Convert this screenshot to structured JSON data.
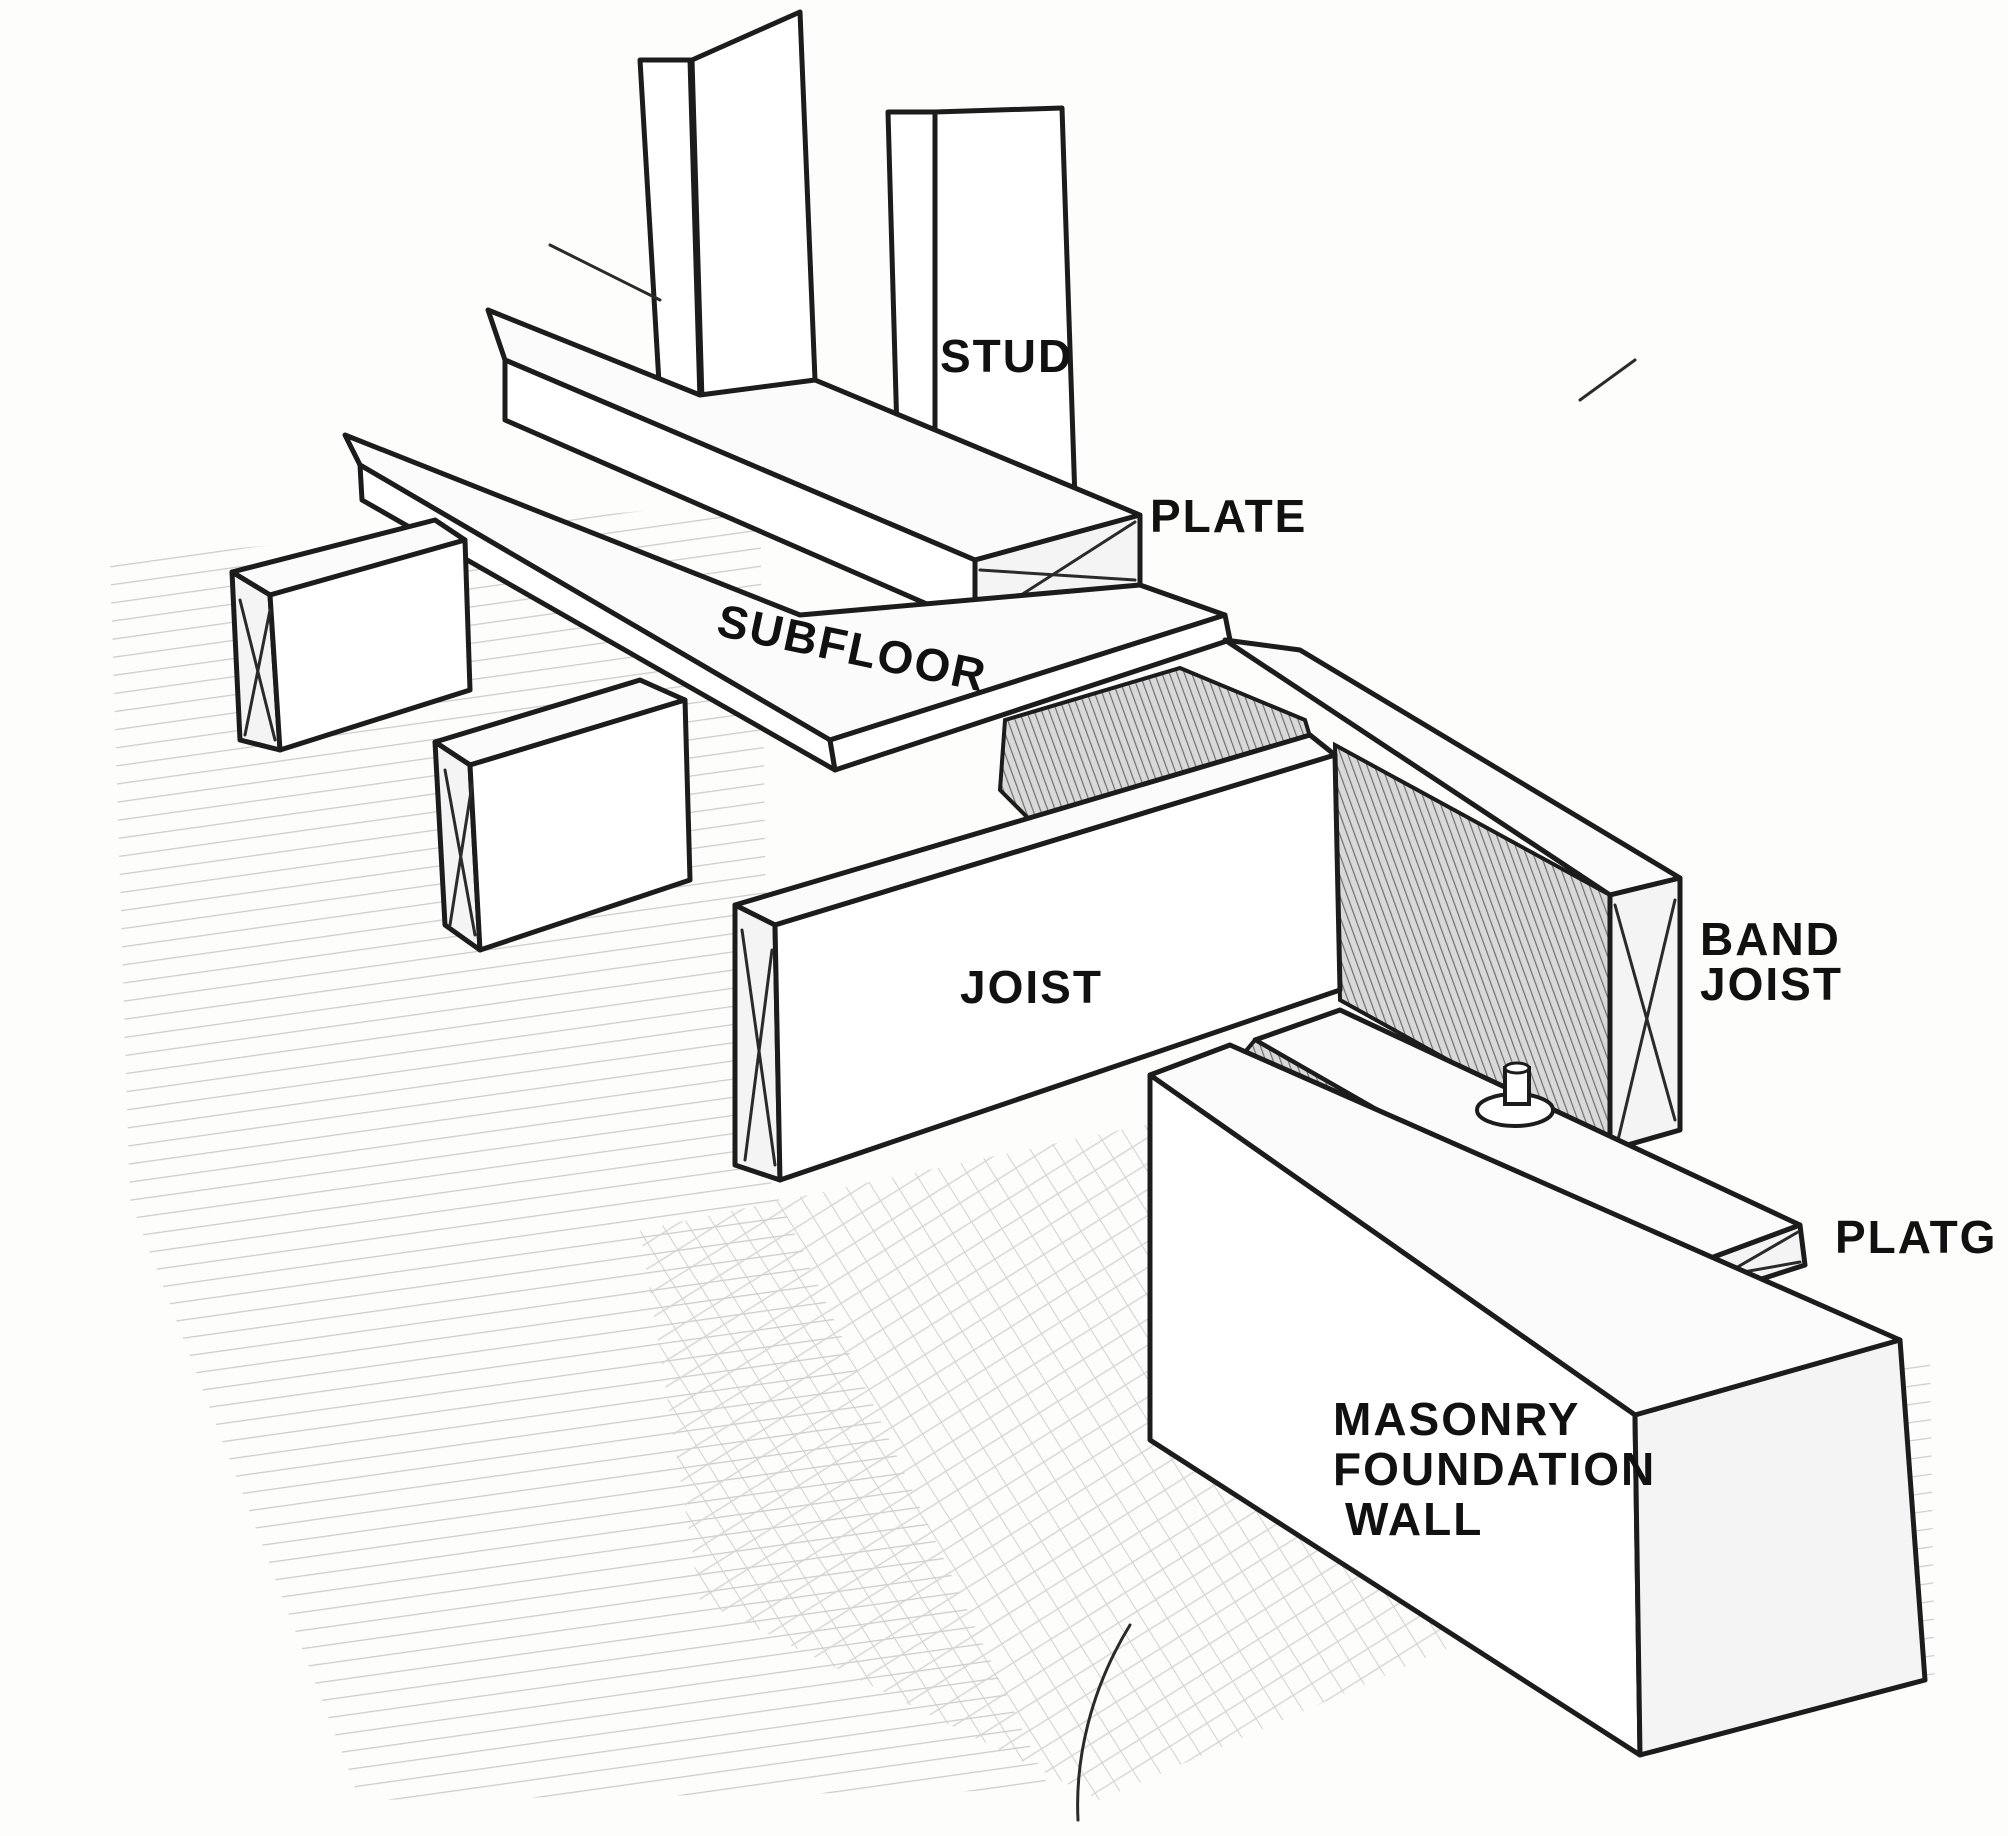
{
  "diagram": {
    "labels": {
      "stud": "STUD",
      "plate_top": "PLATE",
      "subfloor": "SUBFLOOR",
      "band_joist": [
        "BAND",
        "JOIST"
      ],
      "joist": "JOIST",
      "plate_bottom": "PLATG",
      "foundation": [
        "MASONRY",
        "FOUNDATION",
        "WALL"
      ]
    },
    "colors": {
      "ink": "#1c1c1c",
      "paper": "#fdfdfc",
      "pencil_shade": "#b5b5b5"
    }
  }
}
